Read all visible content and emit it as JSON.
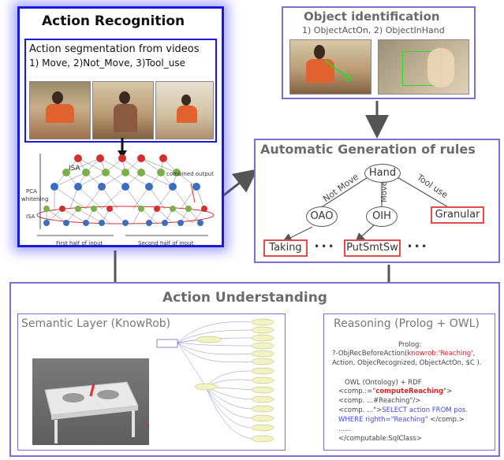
{
  "action_recognition": {
    "title": "Action Recognition",
    "subtitle": "Action segmentation from videos",
    "classes": "1) Move, 2)Not_Move, 3)Tool_use",
    "nn_labels": {
      "isa_top": "ISA",
      "pca": "PCA",
      "whitening": "whitening",
      "isa_bottom": "ISA",
      "combined": "combined output",
      "first_half": "First half of input",
      "second_half": "Second half of input"
    }
  },
  "object_identification": {
    "title": "Object identification",
    "subtitle": "1) ObjectActOn, 2) ObjectInHand"
  },
  "rules": {
    "title": "Automatic Generation of rules",
    "root": "Hand",
    "edge_not_move": "Not Move",
    "edge_move": "Move",
    "edge_tool_use": "Tool use",
    "node_oao": "OAO",
    "node_oih": "OIH",
    "leaf_granular": "Granular",
    "leaf_taking": "Taking",
    "leaf_putsmtsw": "PutSmtSw",
    "ellipsis1": "•••",
    "ellipsis2": "•••"
  },
  "understanding": {
    "title": "Action Understanding",
    "semantic_title": "Semantic Layer (KnowRob)",
    "reasoning_title": "Reasoning (Prolog + OWL)",
    "prolog_label": "Prolog:",
    "prolog_line1a": "?-ObjRecBeforeAction(",
    "prolog_line1b": "knowrob:'Reaching'",
    "prolog_line1c": ",",
    "prolog_line2": "Action, ObjecRecognized, ObjectActOn, $C ).",
    "owl_label": "OWL (Ontology) + RDF",
    "owl_line1a": "<comp.:=\"",
    "owl_line1b": "computeReaching",
    "owl_line1c": "\">",
    "owl_line2": "<comp. ...#Reaching\"/>",
    "owl_line3a": "<comp. ...\">",
    "owl_line3b": "SELECT action FROM pos.",
    "owl_line4": "WHERE righth=\"Reaching\"",
    "owl_line4b": " </comp.>",
    "owl_line5": "......",
    "owl_line6": "</computable:SqlClass>"
  },
  "colors": {
    "box_border": "#7b6fd6",
    "highlight_border": "#1a1ad8",
    "leaf_border": "#e24b4b",
    "arrow": "#555555"
  }
}
